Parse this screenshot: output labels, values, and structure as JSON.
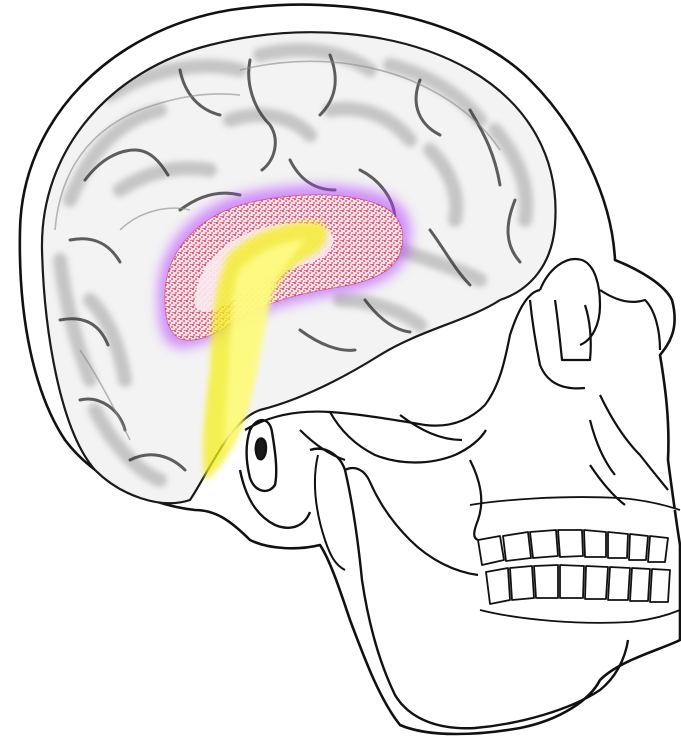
{
  "diagram": {
    "colors": {
      "background": "#ffffff",
      "outline": "#111111",
      "gyri_shading": "#bdbdbd",
      "sulci": "#2b2b2b",
      "corpus_callosum_stipple": "#c8102e",
      "corpus_callosum_halo": "#b23cff",
      "fornix": "#f3ef1a"
    },
    "regions": [
      {
        "name": "skull-outline"
      },
      {
        "name": "brain-cortex-gyri"
      },
      {
        "name": "corpus-callosum"
      },
      {
        "name": "fornix-brainstem"
      },
      {
        "name": "zygomatic-arch"
      },
      {
        "name": "upper-teeth"
      },
      {
        "name": "lower-teeth"
      },
      {
        "name": "mandible"
      },
      {
        "name": "ear-canal"
      }
    ]
  }
}
